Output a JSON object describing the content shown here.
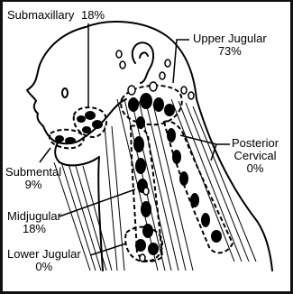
{
  "colors": {
    "background": "#ffffff",
    "border": "#111111",
    "ink": "#000000"
  },
  "labels": {
    "submaxillary": {
      "name": "Submaxillary",
      "percent": "18%"
    },
    "upper_jugular": {
      "name": "Upper Jugular",
      "percent": "73%"
    },
    "posterior_cervical": {
      "name_line1": "Posterior",
      "name_line2": "Cervical",
      "percent": "0%"
    },
    "submental": {
      "name": "Submental",
      "percent": "9%"
    },
    "midjugular": {
      "name": "Midjugular",
      "percent": "18%"
    },
    "lower_jugular": {
      "name": "Lower Jugular",
      "percent": "0%"
    }
  }
}
